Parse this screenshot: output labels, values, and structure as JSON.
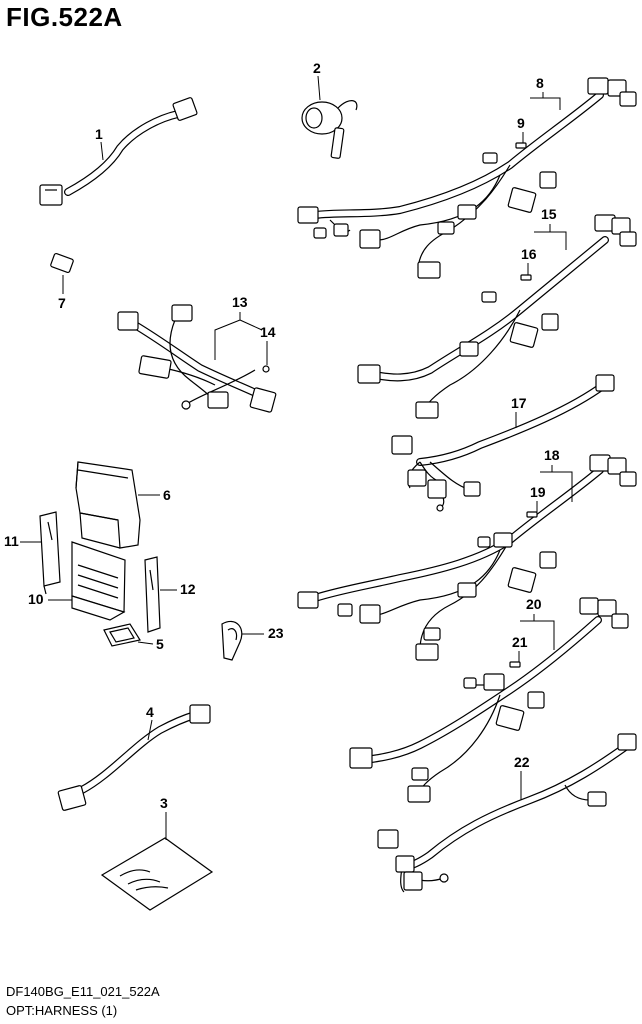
{
  "figure": {
    "title": "FIG.522A",
    "code": "DF140BG_E11_021_522A",
    "caption": "OPT:HARNESS (1)"
  },
  "callouts": [
    "1",
    "2",
    "3",
    "4",
    "5",
    "6",
    "7",
    "8",
    "9",
    "10",
    "11",
    "12",
    "13",
    "14",
    "15",
    "16",
    "17",
    "18",
    "19",
    "20",
    "21",
    "22",
    "23"
  ]
}
